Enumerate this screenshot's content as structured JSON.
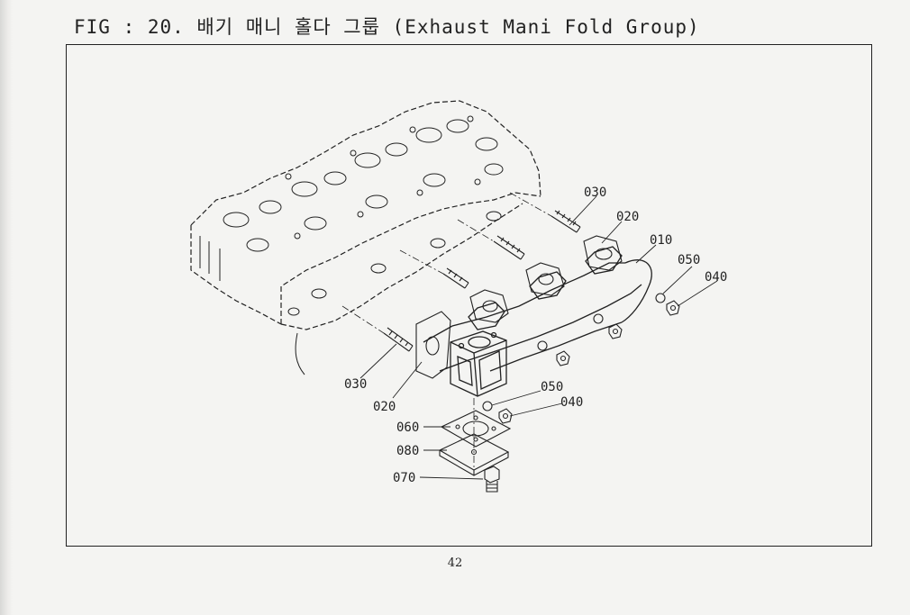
{
  "document": {
    "title": "FIG : 20. 배기 매니 홀다 그룹 (Exhaust Mani Fold Group)",
    "page_number": "42"
  },
  "callouts": {
    "c030_upper": "030",
    "c020_upper": "020",
    "c010": "010",
    "c050_upper": "050",
    "c040_upper": "040",
    "c030_lower": "030",
    "c020_lower": "020",
    "c050_lower": "050",
    "c040_lower": "040",
    "c060": "060",
    "c080": "080",
    "c070": "070"
  }
}
